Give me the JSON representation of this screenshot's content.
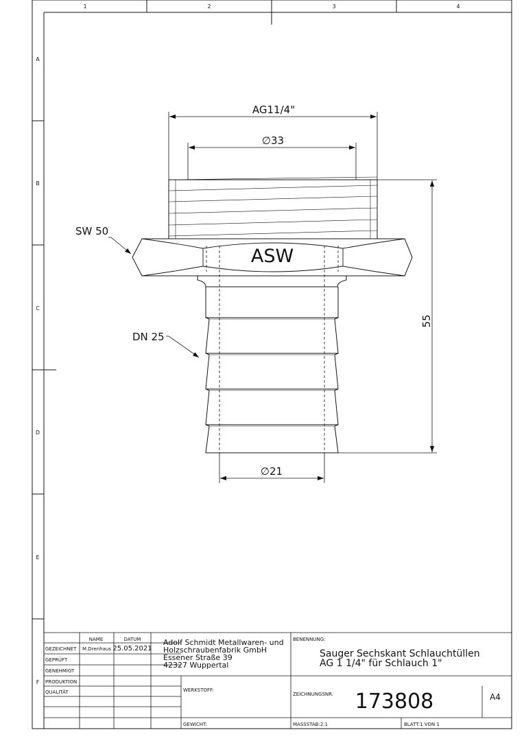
{
  "frame": {
    "columns": [
      "1",
      "2",
      "3",
      "4"
    ],
    "rows": [
      "A",
      "B",
      "C",
      "D",
      "E",
      "F"
    ]
  },
  "part": {
    "marking": "ASW",
    "callouts": {
      "thread": "AG11/4\"",
      "thread_diameter": "∅33",
      "hose_diameter": "∅21",
      "height": "55",
      "wrench_size": "SW 50",
      "nominal": "DN 25"
    }
  },
  "title_block": {
    "headers": {
      "name": "NAME",
      "date": "DATUM"
    },
    "rows": [
      {
        "label": "GEZEICHNET",
        "name": "M.Drenhaus",
        "date": "25.05.2021"
      },
      {
        "label": "GEPRÜFT",
        "name": "",
        "date": ""
      },
      {
        "label": "GENEHMIGT",
        "name": "",
        "date": ""
      },
      {
        "label": "PRODUKTION",
        "name": "",
        "date": ""
      },
      {
        "label": "QUALITÄT",
        "name": "",
        "date": ""
      }
    ],
    "company": [
      "Adolf Schmidt Metallwaren- und",
      "Holzschraubenfabrik GmbH",
      "Essener Straße 39",
      "42327 Wuppertal"
    ],
    "benennung_label": "BENENNUNG:",
    "title_lines": [
      "Sauger Sechskant Schlauchtüllen",
      "AG 1 1/4\" für Schlauch 1\""
    ],
    "werkstoff_label": "WERKSTOFF:",
    "zeichnungsnr_label": "ZEICHNUNGSNR.",
    "drawing_number": "173808",
    "format": "A4",
    "gewicht_label": "GEWICHT:",
    "massstab": "MASSSTAB:2:1",
    "blatt": "BLATT:1 VON 1"
  }
}
